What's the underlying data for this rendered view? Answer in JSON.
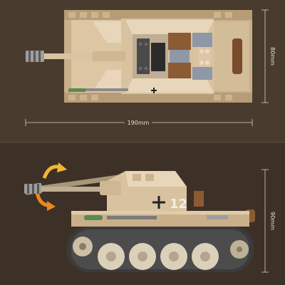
{
  "dimensions": {
    "length": "190mm",
    "width": "80mm",
    "height": "90mm"
  },
  "colors": {
    "background": "#4a3b2f",
    "background_bottom": "#3d3027",
    "tan": "#d8c2a0",
    "tan_light": "#e7d6b9",
    "tan_dark": "#b79d77",
    "grey_blue": "#8e98a6",
    "brown": "#8b5b34",
    "dark_grey": "#5d5d5d",
    "black": "#222222",
    "green": "#5a8a52",
    "white": "#f2eee6",
    "arrow_yellow": "#f1b534",
    "arrow_orange": "#e88a1f",
    "dimension_line": "#d9d0c4"
  },
  "markings": {
    "hull_number": "12"
  }
}
